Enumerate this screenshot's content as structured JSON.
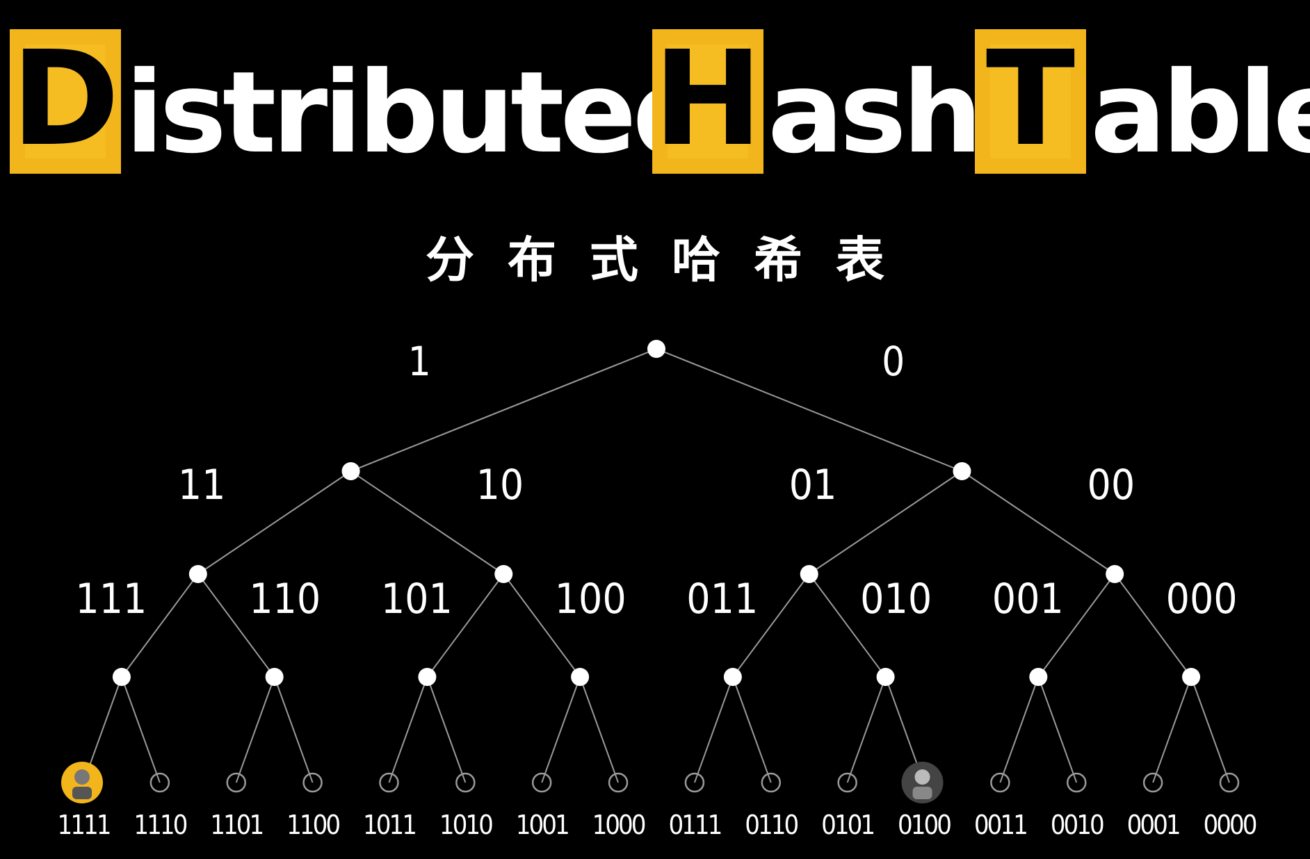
{
  "title": {
    "words": [
      {
        "initial": "D",
        "rest": "istributed"
      },
      {
        "initial": "H",
        "rest": "ash"
      },
      {
        "initial": "T",
        "rest": "able"
      }
    ]
  },
  "subtitle": "分布式哈希表",
  "tree": {
    "levels": [
      [
        "1",
        "0"
      ],
      [
        "11",
        "10",
        "01",
        "00"
      ],
      [
        "111",
        "110",
        "101",
        "100",
        "011",
        "010",
        "001",
        "000"
      ],
      [
        "",
        "",
        "",
        "",
        "",
        "",
        "",
        "",
        "",
        "",
        "",
        "",
        "",
        "",
        "",
        ""
      ]
    ],
    "leaves": [
      "1111",
      "1110",
      "1101",
      "1100",
      "1011",
      "1010",
      "1001",
      "1000",
      "0111",
      "0110",
      "0101",
      "0100",
      "0011",
      "0010",
      "0001",
      "0000"
    ],
    "avatar_leaves": [
      "1111",
      "0100"
    ],
    "colors": {
      "line": "#9a9a9a",
      "node": "#ffffff",
      "accent": "#f2b51c"
    }
  }
}
